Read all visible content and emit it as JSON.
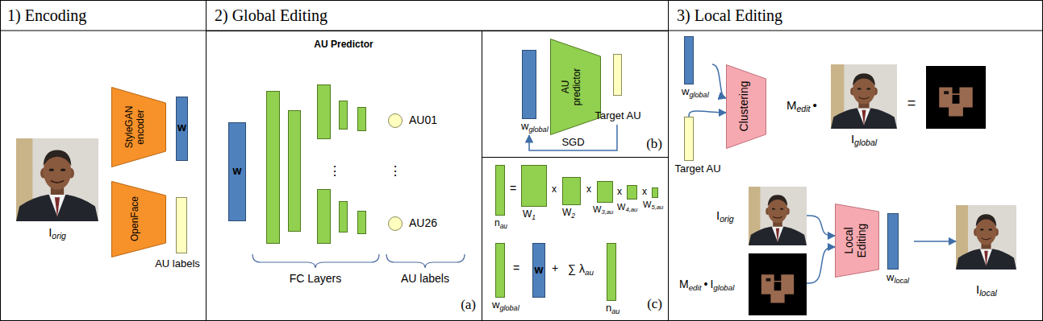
{
  "diagram": {
    "nodes": [
      {
        "text": [
          "1) Encoding"
        ]
      },
      {
        "text": [
          "I",
          "orig"
        ],
        "in": 0
      },
      {
        "text": [
          "StyleGAN encoder"
        ],
        "in": 0
      },
      {
        "text": [
          "w"
        ],
        "in": 0
      },
      {
        "text": [
          "OpenFace"
        ],
        "in": 0
      },
      {
        "text": [
          "AU labels"
        ],
        "in": 0
      },
      {
        "text": [
          "2) Global Editing"
        ]
      },
      {
        "text": [
          "AU Predictor",
          "(a)"
        ],
        "in": 6
      },
      {
        "text": [
          "w"
        ],
        "in": 7
      },
      {
        "text": [
          "AU01"
        ],
        "in": 7
      },
      {
        "text": [
          "AU26"
        ],
        "in": 7
      },
      {
        "text": [
          "(b)"
        ],
        "in": 6
      },
      {
        "text": [
          "w",
          "global"
        ],
        "in": 11
      },
      {
        "text": [
          "AU predictor"
        ],
        "in": 11
      },
      {
        "text": [
          "Target AU"
        ],
        "in": 11
      },
      {
        "text": [
          "(c)"
        ],
        "in": 6
      },
      {
        "text": [
          "n",
          "au"
        ],
        "in": 15
      },
      {
        "text": [
          "W",
          "1"
        ],
        "in": 15
      },
      {
        "text": [
          "W",
          "2"
        ],
        "in": 15
      },
      {
        "text": [
          "W",
          "3,au"
        ],
        "in": 15
      },
      {
        "text": [
          "W",
          "4,au"
        ],
        "in": 15
      },
      {
        "text": [
          "W",
          "5,au"
        ],
        "in": 15
      },
      {
        "text": [
          "w",
          "global"
        ],
        "in": 15
      },
      {
        "text": [
          "w"
        ],
        "in": 15
      },
      {
        "text": [
          "n",
          "au"
        ],
        "in": 15
      },
      {
        "text": [
          "3) Local Editing"
        ]
      },
      {
        "text": [
          "w",
          "global"
        ],
        "in": 25
      },
      {
        "text": [
          "Target AU"
        ],
        "in": 25
      },
      {
        "text": [
          "Clustering"
        ],
        "in": 25
      },
      {
        "text": [
          "I",
          "global"
        ],
        "in": 25
      },
      {
        "text": [
          "I",
          "orig"
        ],
        "in": 25
      },
      {
        "text": [
          "M",
          "edit",
          "•",
          "I",
          "global"
        ],
        "in": 25
      },
      {
        "text": [
          "Local Editing"
        ],
        "in": 25
      },
      {
        "text": [
          "w",
          "local"
        ],
        "in": 25
      },
      {
        "text": [
          "I",
          "local"
        ],
        "in": 25
      }
    ],
    "edges": [
      {
        "from": 14,
        "to": 12,
        "label": "SGD",
        "arrow": "to"
      },
      {
        "from": 26,
        "to": 28,
        "arrow": "to"
      },
      {
        "from": 27,
        "to": 28,
        "arrow": "to"
      },
      {
        "from": 30,
        "to": 32,
        "arrow": "to"
      },
      {
        "from": 31,
        "to": 32,
        "arrow": "to"
      },
      {
        "from": 33,
        "to": 34,
        "arrow": "to"
      }
    ],
    "labels": [
      "⋮",
      "⋮",
      "FC Layers",
      "AU labels",
      "=",
      "x",
      "x",
      "x",
      "x",
      "=",
      "+",
      "∑ λ",
      "au",
      "M",
      "edit",
      "•",
      "="
    ]
  }
}
